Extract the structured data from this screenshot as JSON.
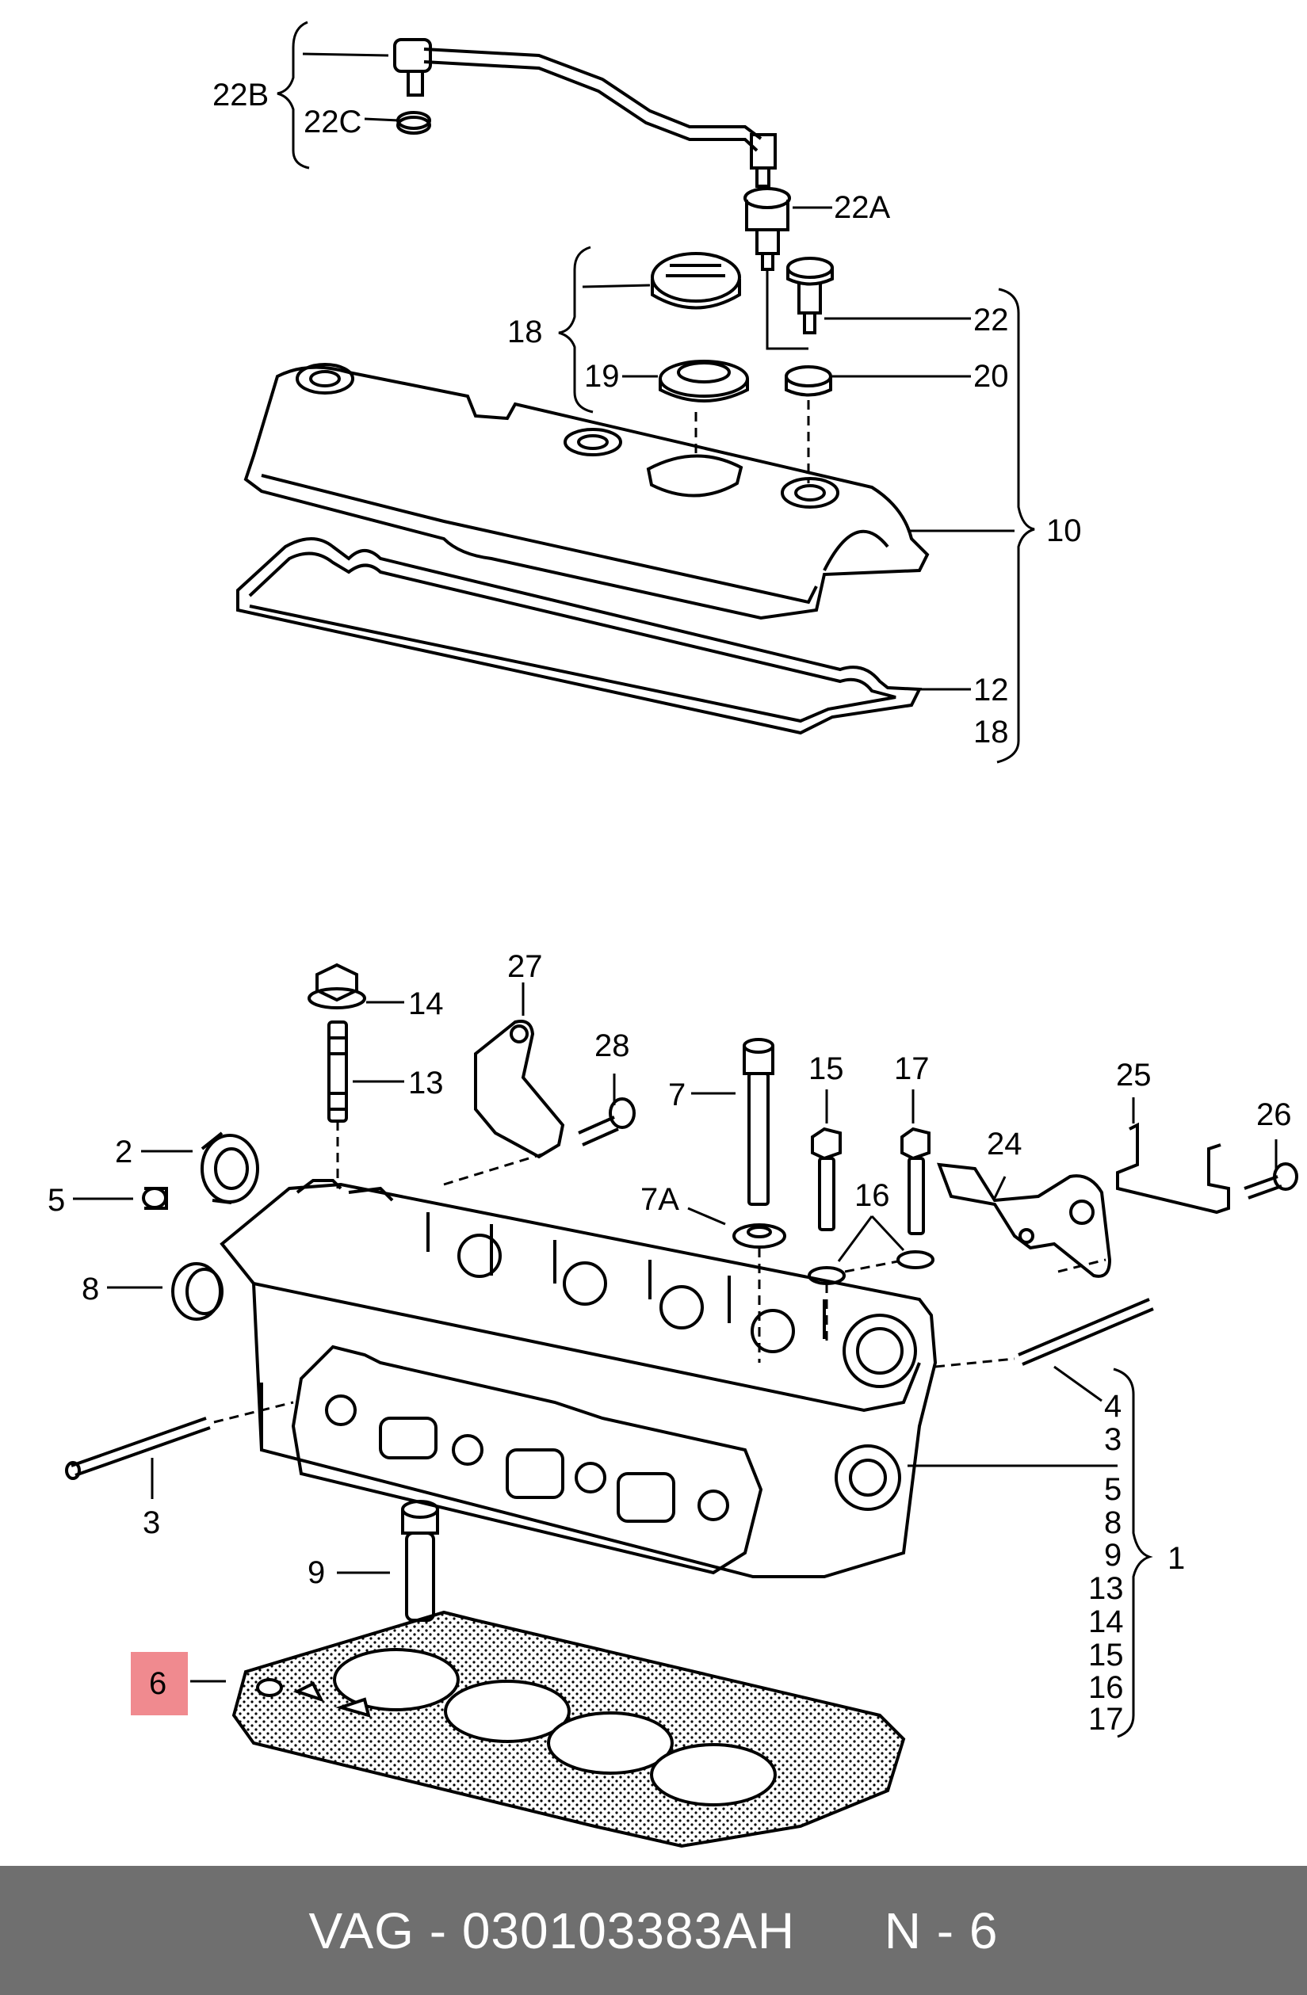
{
  "footer": {
    "brand": "VAG",
    "separator": " - ",
    "part_number": "030103383AH",
    "position_label": "N - 6"
  },
  "highlight_color": "#f08a8f",
  "callouts": [
    {
      "id": "22B",
      "label": "22B"
    },
    {
      "id": "22C",
      "label": "22C"
    },
    {
      "id": "22A",
      "label": "22A"
    },
    {
      "id": "18a",
      "label": "18"
    },
    {
      "id": "19",
      "label": "19"
    },
    {
      "id": "22",
      "label": "22"
    },
    {
      "id": "20",
      "label": "20"
    },
    {
      "id": "10",
      "label": "10"
    },
    {
      "id": "12",
      "label": "12"
    },
    {
      "id": "18b",
      "label": "18"
    },
    {
      "id": "27",
      "label": "27"
    },
    {
      "id": "14a",
      "label": "14"
    },
    {
      "id": "13a",
      "label": "13"
    },
    {
      "id": "28",
      "label": "28"
    },
    {
      "id": "7",
      "label": "7"
    },
    {
      "id": "15a",
      "label": "15"
    },
    {
      "id": "17a",
      "label": "17"
    },
    {
      "id": "25",
      "label": "25"
    },
    {
      "id": "26",
      "label": "26"
    },
    {
      "id": "24",
      "label": "24"
    },
    {
      "id": "2",
      "label": "2"
    },
    {
      "id": "5a",
      "label": "5"
    },
    {
      "id": "7A",
      "label": "7A"
    },
    {
      "id": "16a",
      "label": "16"
    },
    {
      "id": "8a",
      "label": "8"
    },
    {
      "id": "4",
      "label": "4"
    },
    {
      "id": "3a",
      "label": "3"
    },
    {
      "id": "3b",
      "label": "3"
    },
    {
      "id": "5b",
      "label": "5"
    },
    {
      "id": "8b",
      "label": "8"
    },
    {
      "id": "9a",
      "label": "9"
    },
    {
      "id": "1",
      "label": "1"
    },
    {
      "id": "9b",
      "label": "9"
    },
    {
      "id": "13b",
      "label": "13"
    },
    {
      "id": "14b",
      "label": "14"
    },
    {
      "id": "15b",
      "label": "15"
    },
    {
      "id": "16b",
      "label": "16"
    },
    {
      "id": "17b",
      "label": "17"
    },
    {
      "id": "6",
      "label": "6",
      "highlighted": true
    }
  ]
}
